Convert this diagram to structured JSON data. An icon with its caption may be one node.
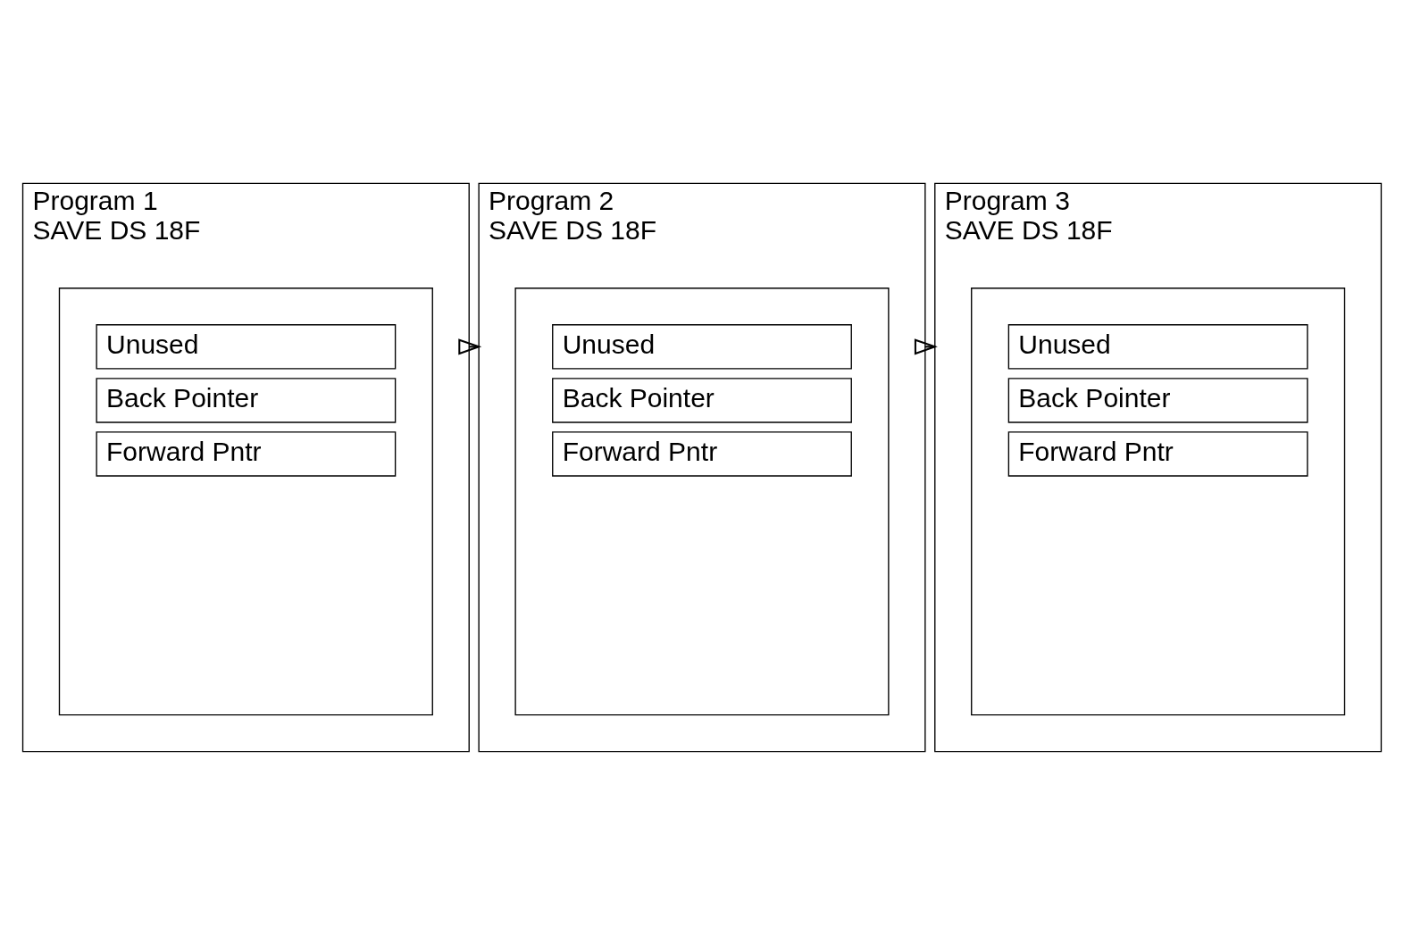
{
  "diagram": {
    "nodes": [
      {
        "text": [
          "Program 1",
          "SAVE DS 18F"
        ]
      },
      {
        "text": [],
        "shape": "box",
        "in": 0
      },
      {
        "text": [
          "Unused"
        ],
        "in": 1
      },
      {
        "text": [
          "Back Pointer"
        ],
        "in": 1
      },
      {
        "text": [
          "Forward Pntr"
        ],
        "in": 1
      },
      {
        "text": [
          "Program 2",
          "SAVE DS 18F"
        ]
      },
      {
        "text": [],
        "shape": "box",
        "in": 5
      },
      {
        "text": [
          "Unused"
        ],
        "in": 6
      },
      {
        "text": [
          "Back Pointer"
        ],
        "in": 6
      },
      {
        "text": [
          "Forward Pntr"
        ],
        "in": 6
      },
      {
        "text": [
          "Program 3",
          "SAVE DS 18F"
        ]
      },
      {
        "text": [],
        "shape": "box",
        "in": 10
      },
      {
        "text": [
          "Unused"
        ],
        "in": 11
      },
      {
        "text": [
          "Back Pointer"
        ],
        "in": 11
      },
      {
        "text": [
          "Forward Pntr"
        ],
        "in": 11
      }
    ],
    "edges": [
      {
        "from": 0,
        "to": 5,
        "arrow": "to"
      },
      {
        "from": 5,
        "to": 10,
        "arrow": "to"
      }
    ]
  }
}
